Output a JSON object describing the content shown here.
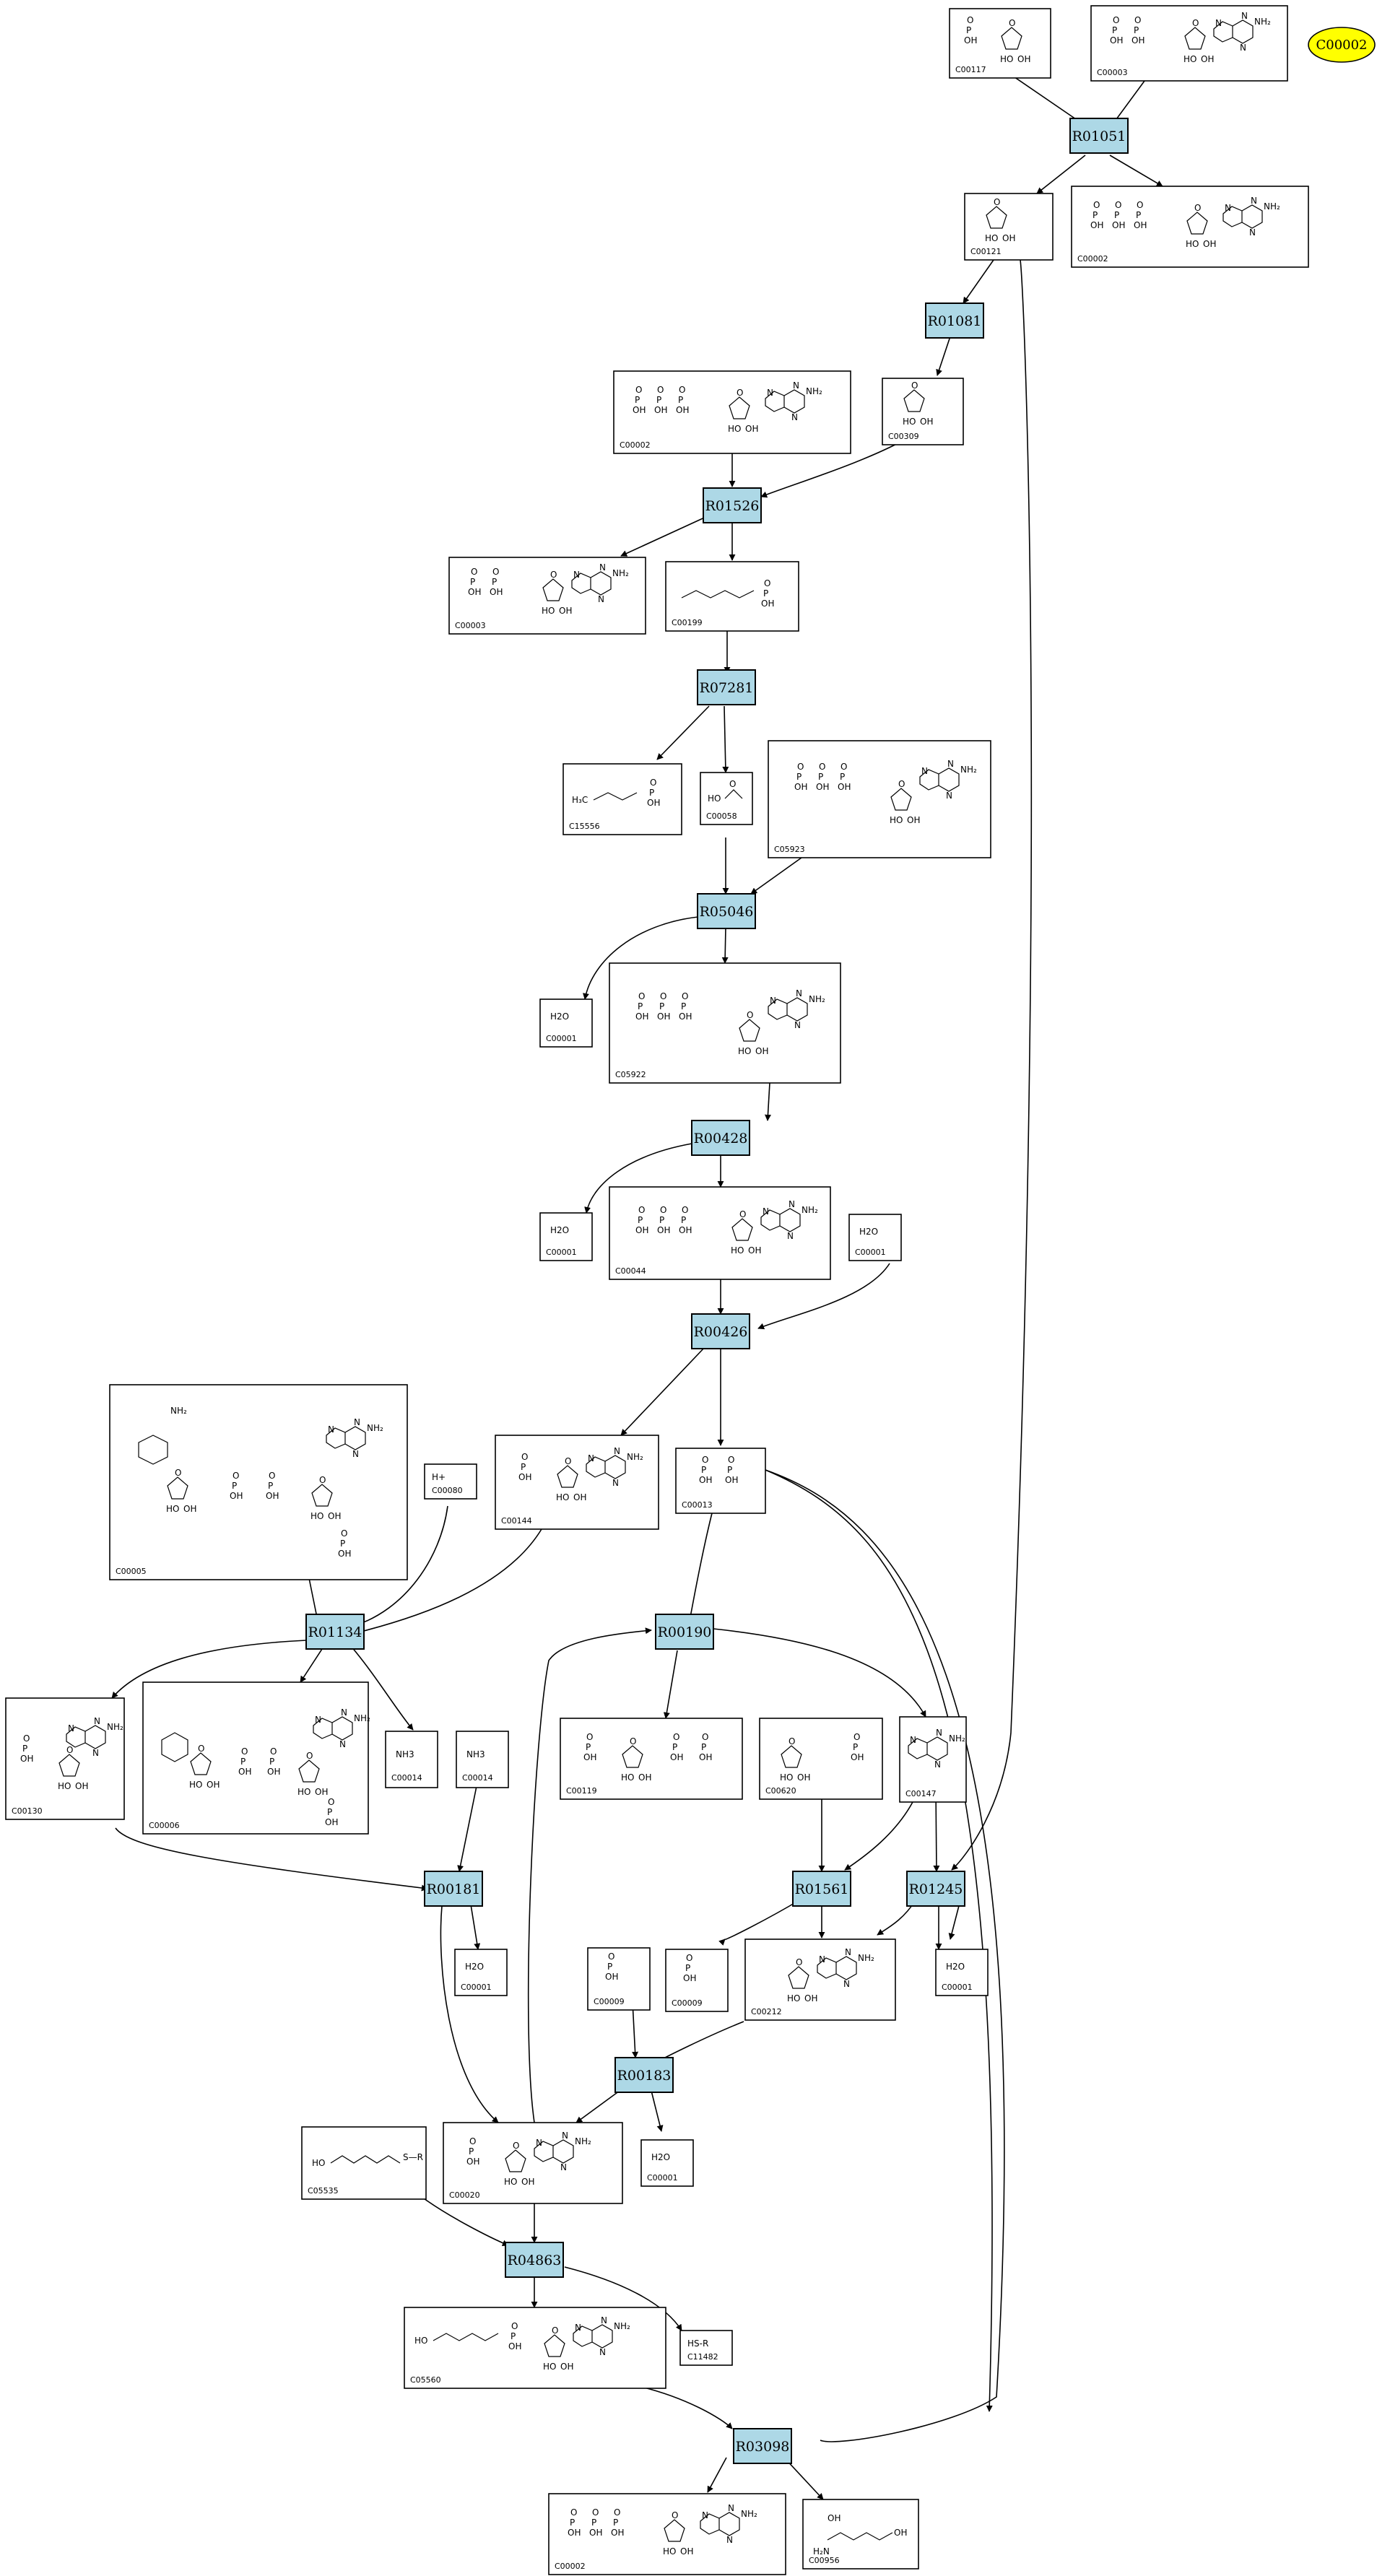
{
  "highlight": {
    "label": "C00002",
    "color": "#ffff00"
  },
  "reaction_color": "#add8e6",
  "reactions": [
    {
      "id": "R01051"
    },
    {
      "id": "R01081"
    },
    {
      "id": "R01526"
    },
    {
      "id": "R07281"
    },
    {
      "id": "R05046"
    },
    {
      "id": "R00428"
    },
    {
      "id": "R00426"
    },
    {
      "id": "R01134"
    },
    {
      "id": "R00190"
    },
    {
      "id": "R00181"
    },
    {
      "id": "R01561"
    },
    {
      "id": "R01245"
    },
    {
      "id": "R00183"
    },
    {
      "id": "R04863"
    },
    {
      "id": "R03098"
    }
  ],
  "compounds": [
    {
      "id": "C00117",
      "formula": ""
    },
    {
      "id": "C00003",
      "formula": ""
    },
    {
      "id": "C00121",
      "formula": ""
    },
    {
      "id": "C00002",
      "formula": ""
    },
    {
      "id": "C00309",
      "formula": ""
    },
    {
      "id": "C00002",
      "formula": ""
    },
    {
      "id": "C00003",
      "formula": ""
    },
    {
      "id": "C00199",
      "formula": ""
    },
    {
      "id": "C15556",
      "formula": ""
    },
    {
      "id": "C00058",
      "formula": ""
    },
    {
      "id": "C05923",
      "formula": ""
    },
    {
      "id": "C00001",
      "formula": "H2O"
    },
    {
      "id": "C05922",
      "formula": ""
    },
    {
      "id": "C00001",
      "formula": "H2O"
    },
    {
      "id": "C00044",
      "formula": ""
    },
    {
      "id": "C00001",
      "formula": "H2O"
    },
    {
      "id": "C00005",
      "formula": ""
    },
    {
      "id": "C00080",
      "formula": "H+"
    },
    {
      "id": "C00144",
      "formula": ""
    },
    {
      "id": "C00013",
      "formula": ""
    },
    {
      "id": "C00130",
      "formula": ""
    },
    {
      "id": "C00006",
      "formula": ""
    },
    {
      "id": "C00014",
      "formula": "NH3"
    },
    {
      "id": "C00014",
      "formula": "NH3"
    },
    {
      "id": "C00119",
      "formula": ""
    },
    {
      "id": "C00620",
      "formula": ""
    },
    {
      "id": "C00147",
      "formula": ""
    },
    {
      "id": "C00001",
      "formula": "H2O"
    },
    {
      "id": "C00009",
      "formula": ""
    },
    {
      "id": "C00009",
      "formula": ""
    },
    {
      "id": "C00212",
      "formula": ""
    },
    {
      "id": "C00001",
      "formula": "H2O"
    },
    {
      "id": "C05535",
      "formula": ""
    },
    {
      "id": "C00020",
      "formula": ""
    },
    {
      "id": "C00001",
      "formula": "H2O"
    },
    {
      "id": "C05560",
      "formula": ""
    },
    {
      "id": "C11482",
      "formula": "HS-R"
    },
    {
      "id": "C00002",
      "formula": ""
    },
    {
      "id": "C00956",
      "formula": ""
    }
  ]
}
